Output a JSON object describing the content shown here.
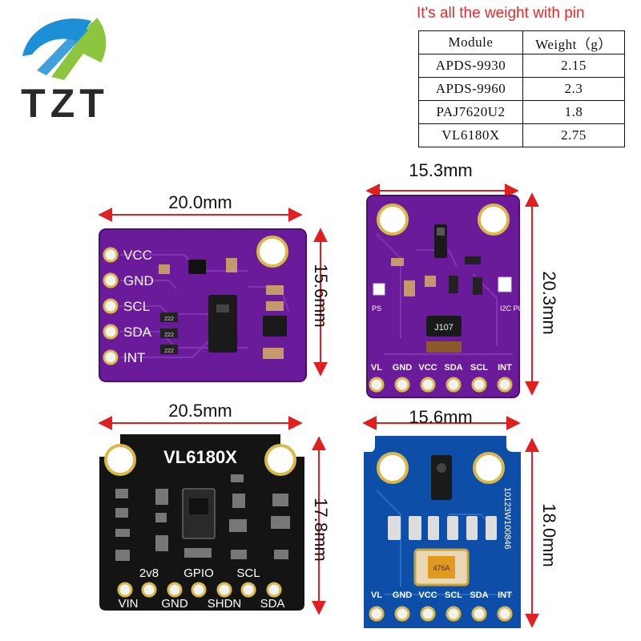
{
  "brand": {
    "name": "TZT",
    "colors": {
      "blue": "#1d8fd6",
      "green": "#8cc63f",
      "text": "#2a2a2a"
    }
  },
  "weight_table": {
    "title": "It's all the weight with pin",
    "headers": [
      "Module",
      "Weight（g）"
    ],
    "rows": [
      [
        "APDS-9930",
        "2.15"
      ],
      [
        "APDS-9960",
        "2.3"
      ],
      [
        "PAJ7620U2",
        "1.8"
      ],
      [
        "VL6180X",
        "2.75"
      ]
    ]
  },
  "boards": {
    "apds9930": {
      "color": "#6a1b9a",
      "width_label": "20.0mm",
      "height_label": "15.6mm",
      "pins": [
        "VCC",
        "GND",
        "SCL",
        "SDA",
        "INT"
      ],
      "resistor_labels": [
        "222",
        "222",
        "222"
      ]
    },
    "apds9960": {
      "color": "#6a1b9a",
      "width_label": "15.3mm",
      "height_label": "20.3mm",
      "pins": [
        "VL",
        "GND",
        "VCC",
        "SDA",
        "SCL",
        "INT"
      ],
      "silk": {
        "ps": "PS",
        "i2c": "I2C PU",
        "chip": "J107"
      }
    },
    "vl6180x": {
      "color": "#141414",
      "title": "VL6180X",
      "width_label": "20.5mm",
      "height_label": "17.8mm",
      "top_labels": [
        "2v8",
        "GPIO",
        "SCL"
      ],
      "bottom_labels": [
        "VIN",
        "GND",
        "SHDN",
        "SDA"
      ]
    },
    "paj7620": {
      "color": "#0d4fa8",
      "width_label": "15.6mm",
      "height_label": "18.0mm",
      "pins": [
        "VL",
        "GND",
        "VCC",
        "SCL",
        "SDA",
        "INT"
      ],
      "side_text": "10123W100846",
      "cap_text": "476A"
    }
  },
  "dimension_color": "#e02020"
}
